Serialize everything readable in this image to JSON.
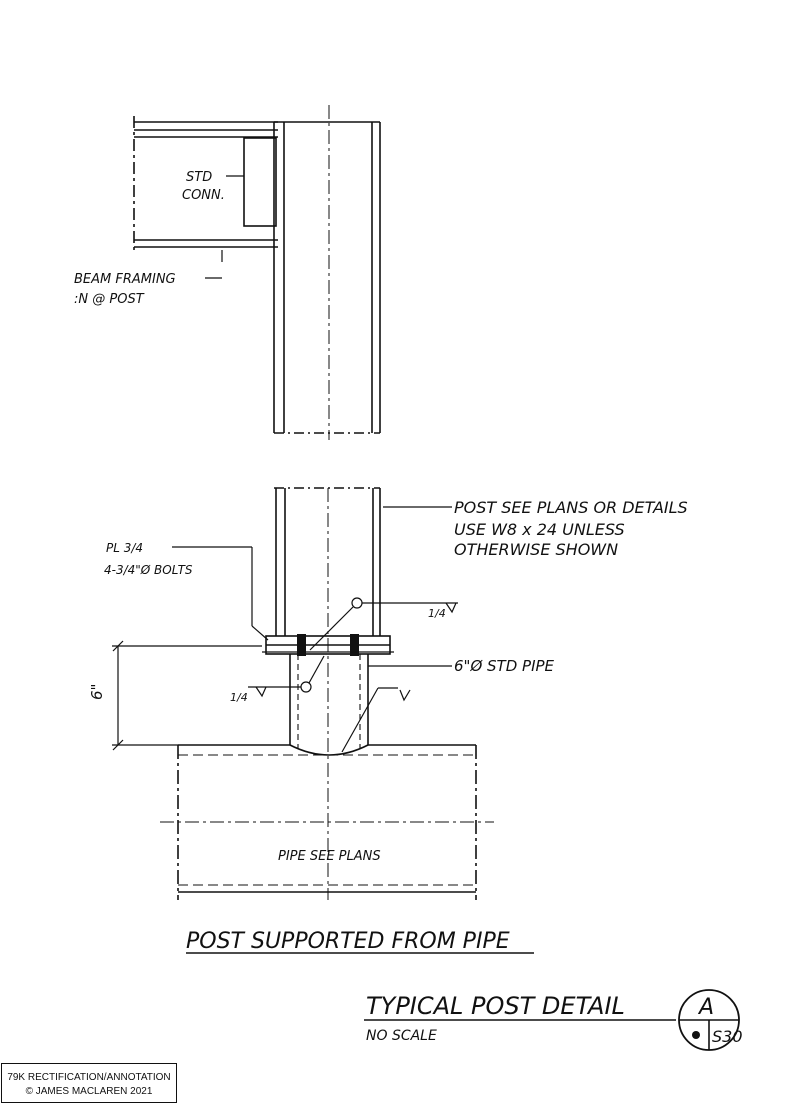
{
  "upper_detail": {
    "std_conn_line1": "STD",
    "std_conn_line2": "CONN.",
    "beam_note_line1": "BEAM FRAMING",
    "beam_note_line2": ":N @ POST"
  },
  "lower_detail": {
    "post_note_line1": "POST SEE PLANS OR DETAILS",
    "post_note_line2": "USE W8 x 24 UNLESS",
    "post_note_line3": "OTHERWISE SHOWN",
    "plate_note_line1": "PL 3/4",
    "plate_note_line2": "4-3/4\"Ø BOLTS",
    "weld_upper": "1/4",
    "weld_lower": "1/4",
    "pipe_note": "6\"Ø STD PIPE",
    "dimension": "6\"",
    "pipe_label": "PIPE SEE PLANS"
  },
  "subtitle": "POST SUPPORTED FROM PIPE",
  "title_block": {
    "title": "TYPICAL POST DETAIL",
    "scale": "NO SCALE",
    "detail_letter": "A",
    "sheet": "S30"
  },
  "credit": {
    "line1": "79K RECTIFICATION/ANNOTATION",
    "line2": "© JAMES MACLAREN 2021"
  }
}
